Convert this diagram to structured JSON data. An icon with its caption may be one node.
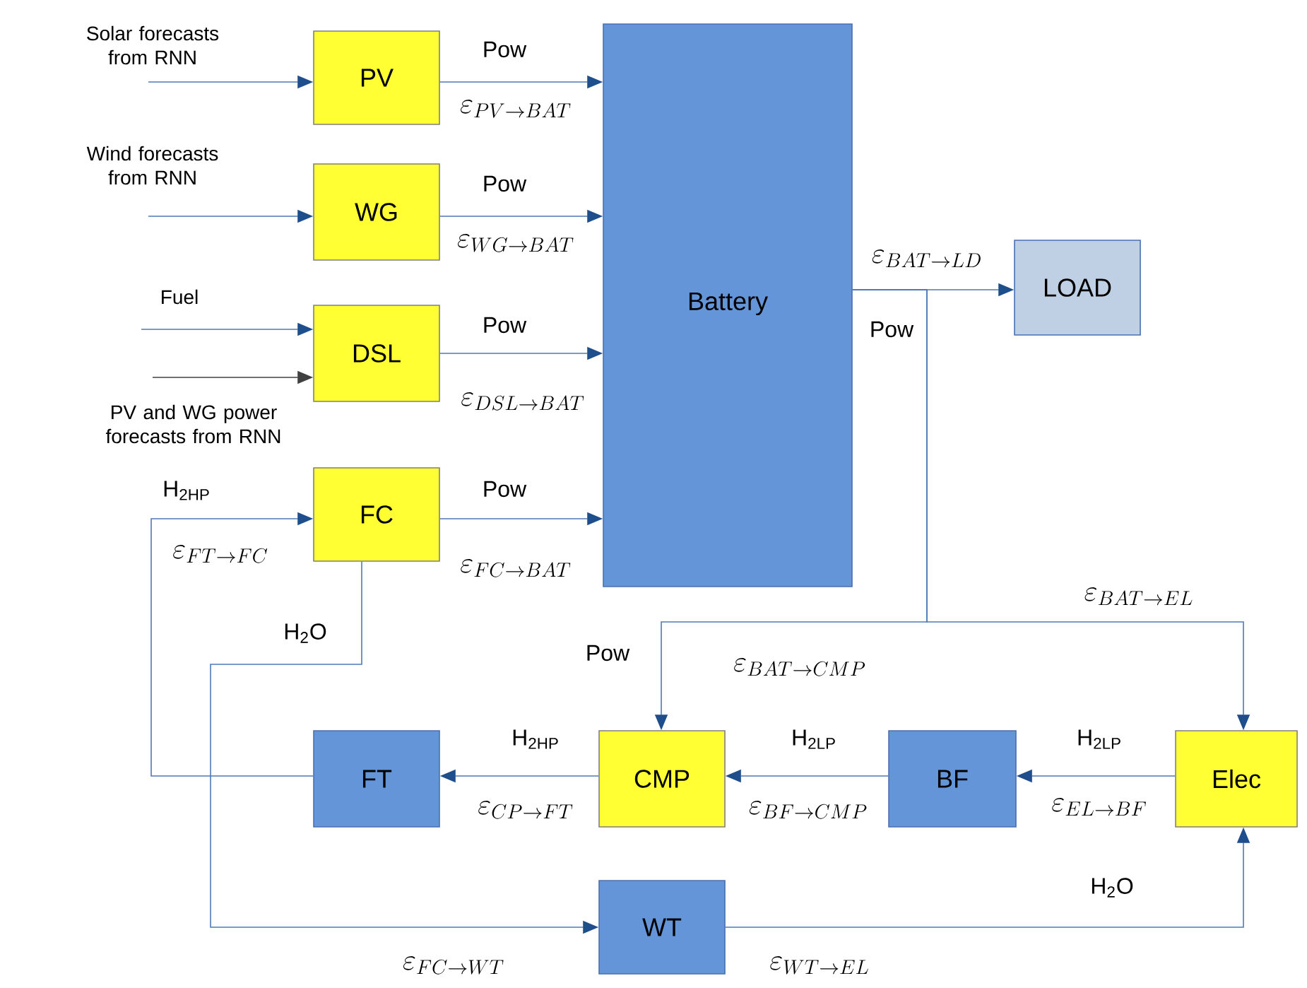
{
  "diagram": {
    "nodes": [
      {
        "text": [
          "PV"
        ]
      },
      {
        "text": [
          "WG"
        ]
      },
      {
        "text": [
          "DSL"
        ]
      },
      {
        "text": [
          "FC"
        ]
      },
      {
        "text": [
          "Battery"
        ]
      },
      {
        "text": [
          "LOAD"
        ]
      },
      {
        "text": [
          "FT"
        ]
      },
      {
        "text": [
          "CMP"
        ]
      },
      {
        "text": [
          "BF"
        ]
      },
      {
        "text": [
          "Elec"
        ]
      },
      {
        "text": [
          "WT"
        ]
      }
    ],
    "edges": [
      {
        "from": null,
        "to": 0,
        "arrow": "to",
        "label": "Solar forecasts from RNN"
      },
      {
        "from": null,
        "to": 1,
        "arrow": "to",
        "label": "Wind forecasts from RNN"
      },
      {
        "from": null,
        "to": 2,
        "arrow": "to",
        "label": "Fuel"
      },
      {
        "from": null,
        "to": 2,
        "arrow": "to",
        "label": "PV and WG power forecasts from RNN",
        "color": "#404040"
      },
      {
        "from": 0,
        "to": 4,
        "arrow": "to",
        "label": "\\varepsilon_{PV\\rightarrow BAT}"
      },
      {
        "from": 1,
        "to": 4,
        "arrow": "to",
        "label": "\\varepsilon_{WG\\rightarrow BAT}"
      },
      {
        "from": 2,
        "to": 4,
        "arrow": "to",
        "label": "\\varepsilon_{DSL\\rightarrow BAT}"
      },
      {
        "from": 3,
        "to": 4,
        "arrow": "to",
        "label": "\\varepsilon_{FC\\rightarrow BAT}"
      },
      {
        "from": 4,
        "to": 5,
        "arrow": "to",
        "label": "\\varepsilon_{BAT\\rightarrow LD}"
      },
      {
        "from": 4,
        "to": 7,
        "arrow": "to",
        "label": "\\varepsilon_{BAT\\rightarrow CMP}"
      },
      {
        "from": 4,
        "to": 9,
        "arrow": "to",
        "label": "\\varepsilon_{BAT\\rightarrow EL}"
      },
      {
        "from": 6,
        "to": 3,
        "arrow": "to",
        "label": "\\varepsilon_{FT\\rightarrow FC}"
      },
      {
        "from": 3,
        "to": 10,
        "arrow": "to",
        "label": "\\varepsilon_{FC\\rightarrow WT}"
      },
      {
        "from": 7,
        "to": 6,
        "arrow": "to",
        "label": "\\varepsilon_{CP\\rightarrow FT}"
      },
      {
        "from": 8,
        "to": 7,
        "arrow": "to",
        "label": "\\varepsilon_{BF\\rightarrow CMP}"
      },
      {
        "from": 9,
        "to": 8,
        "arrow": "to",
        "label": "\\varepsilon_{EL\\rightarrow BF}"
      },
      {
        "from": 10,
        "to": 9,
        "arrow": "to",
        "label": "\\varepsilon_{WT\\rightarrow EL}"
      }
    ],
    "labels": [
      "Pow",
      "Pow",
      "Pow",
      "Pow",
      "H$_{2HP}$",
      "H$_{2}$O",
      "Pow",
      "Pow",
      "H$_{2HP}$",
      "H$_{2LP}$",
      "H$_{2LP}$",
      "H$_{2}$O"
    ]
  }
}
